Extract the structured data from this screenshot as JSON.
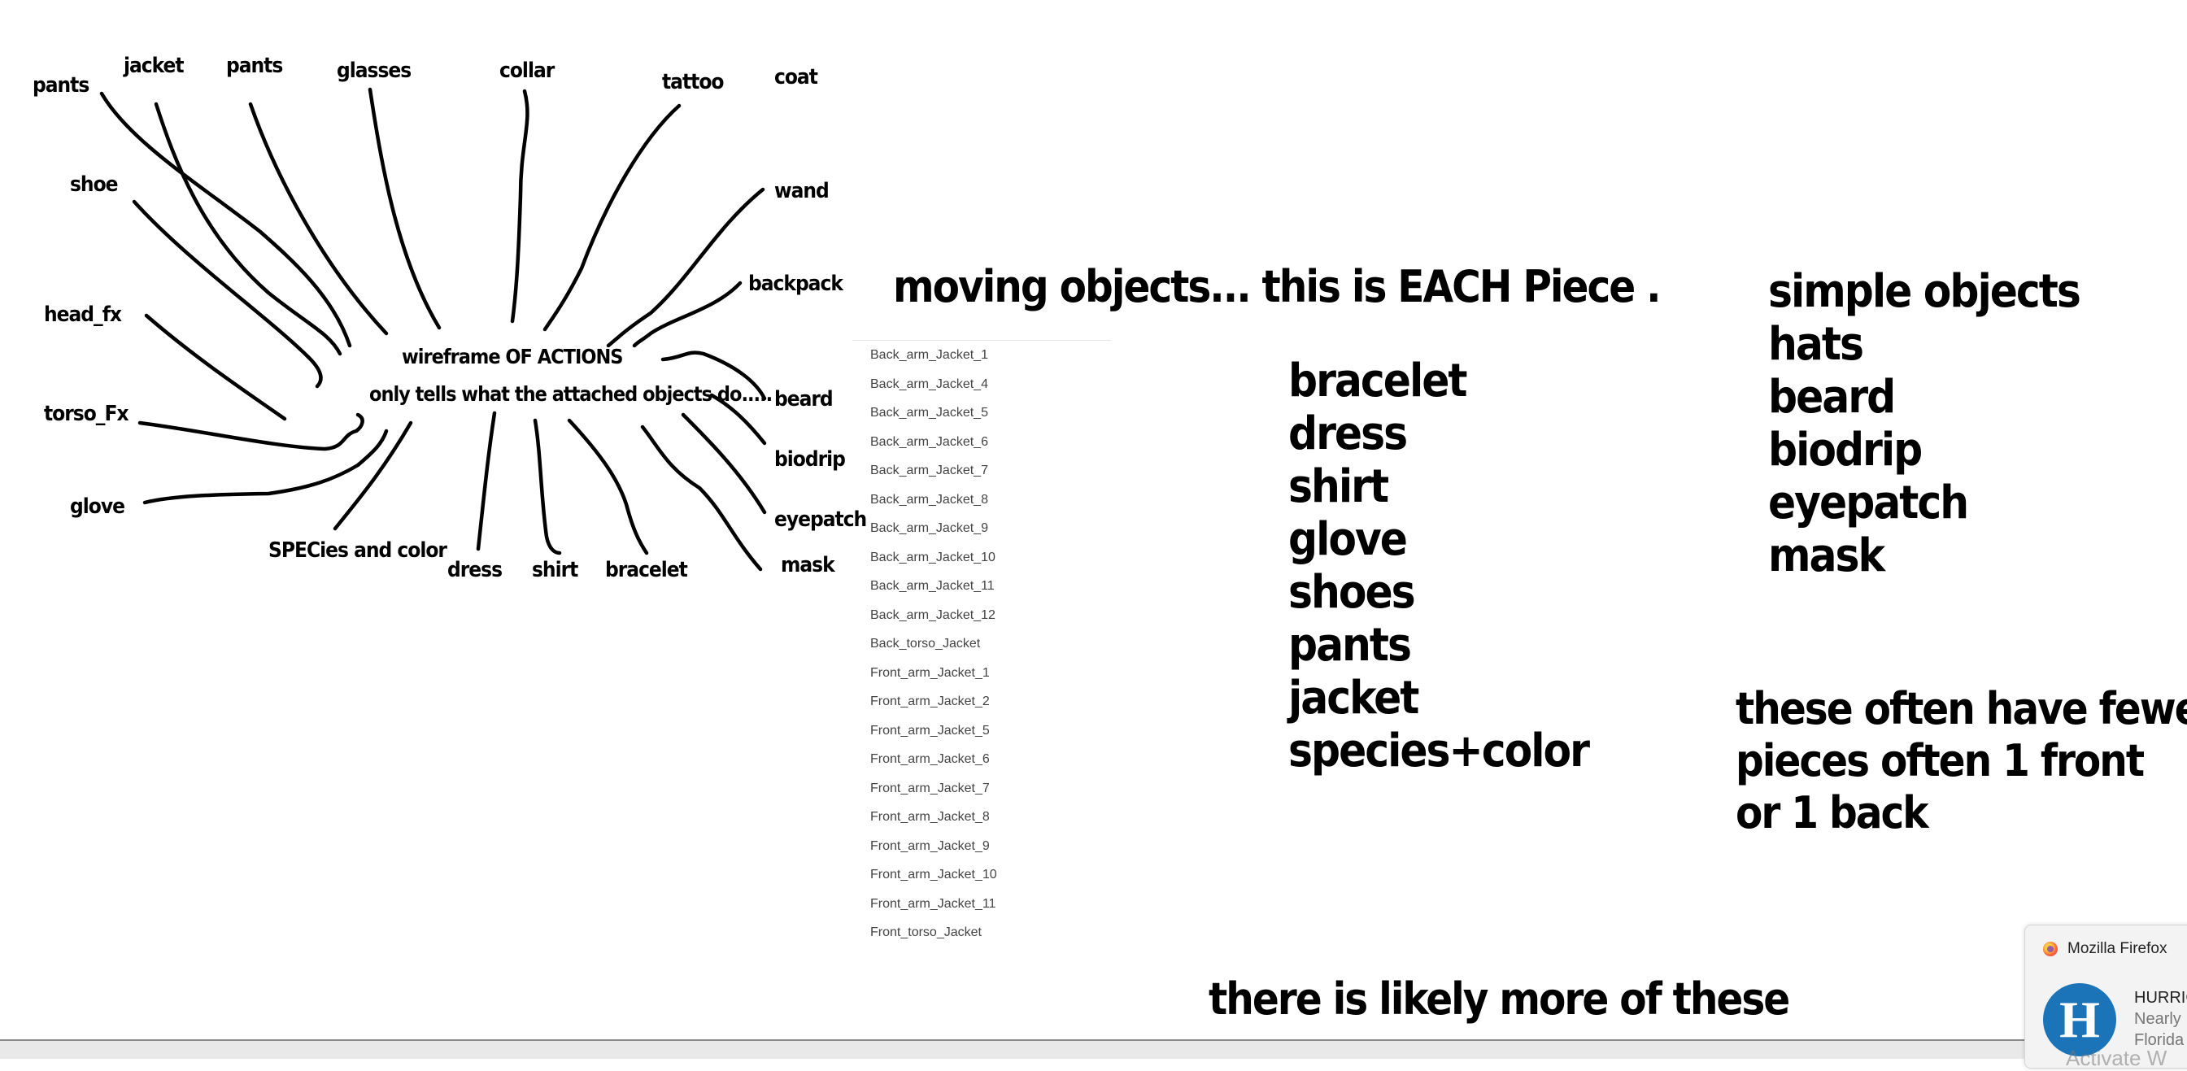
{
  "diagram": {
    "center_title": "wireframe OF ACTIONS",
    "center_subtitle": "only tells what the attached objects do.....",
    "labels": {
      "pants_left": "pants",
      "jacket": "jacket",
      "pants": "pants",
      "glasses": "glasses",
      "collar": "collar",
      "tattoo": "tattoo",
      "coat": "coat",
      "shoe": "shoe",
      "wand": "wand",
      "backpack": "backpack",
      "head_fx": "head_fx",
      "beard": "beard",
      "torso_fx": "torso_Fx",
      "biodrip": "biodrip",
      "glove": "glove",
      "eyepatch": "eyepatch",
      "species_color": "SPECies and color",
      "dress": "dress",
      "shirt": "shirt",
      "bracelet": "bracelet",
      "mask": "mask"
    }
  },
  "heading": "moving objects... this is EACH Piece .",
  "files": [
    "Back_arm_Jacket_1",
    "Back_arm_Jacket_4",
    "Back_arm_Jacket_5",
    "Back_arm_Jacket_6",
    "Back_arm_Jacket_7",
    "Back_arm_Jacket_8",
    "Back_arm_Jacket_9",
    "Back_arm_Jacket_10",
    "Back_arm_Jacket_11",
    "Back_arm_Jacket_12",
    "Back_torso_Jacket",
    "Front_arm_Jacket_1",
    "Front_arm_Jacket_2",
    "Front_arm_Jacket_5",
    "Front_arm_Jacket_6",
    "Front_arm_Jacket_7",
    "Front_arm_Jacket_8",
    "Front_arm_Jacket_9",
    "Front_arm_Jacket_10",
    "Front_arm_Jacket_11",
    "Front_torso_Jacket"
  ],
  "moving_list": [
    "bracelet",
    "dress",
    "shirt",
    "glove",
    "shoes",
    "pants",
    "jacket",
    "species+color"
  ],
  "simple_objects": {
    "title": "simple objects",
    "items": [
      "hats",
      "beard",
      "biodrip",
      "eyepatch",
      "mask"
    ]
  },
  "note": [
    "these often have fewer",
    "pieces often 1 front",
    "or 1 back"
  ],
  "footer_note": "there is likely more of these",
  "notification": {
    "app": "Mozilla Firefox",
    "title": "HURRIC",
    "line1": "Nearly",
    "line2": "Florida",
    "logo_letter": "H"
  },
  "watermark": "Activate W"
}
